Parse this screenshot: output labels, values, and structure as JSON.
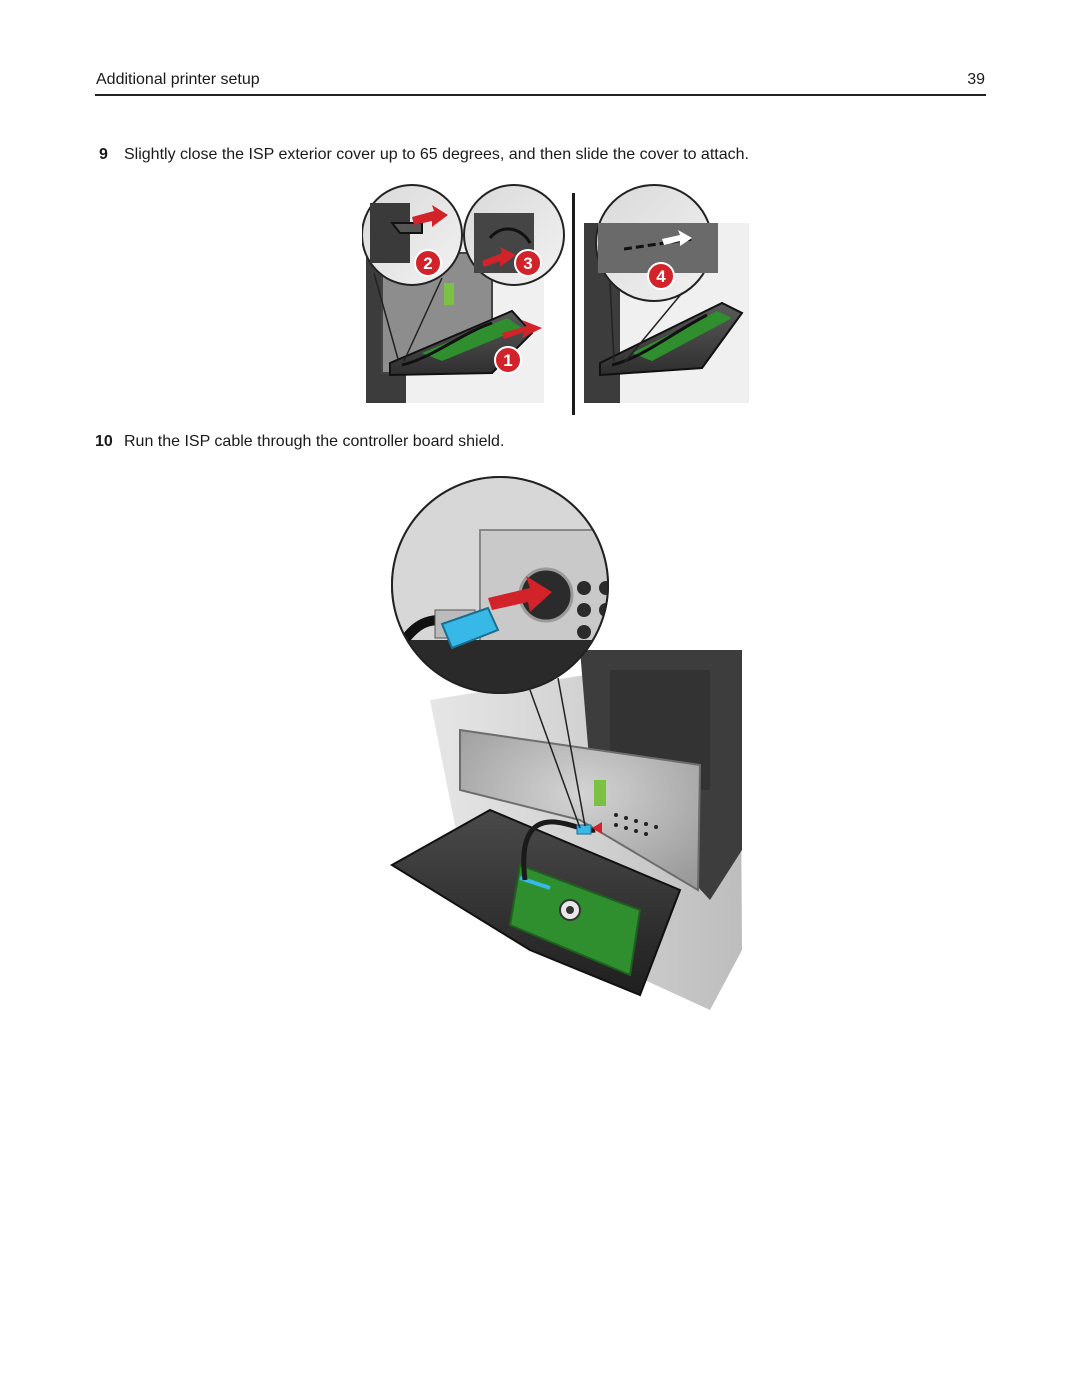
{
  "header": {
    "title": "Additional printer setup",
    "page_number": "39"
  },
  "steps": [
    {
      "number": "9",
      "text": "Slightly close the ISP exterior cover up to 65 degrees, and then slide the cover to attach."
    },
    {
      "number": "10",
      "text": "Run the ISP cable through the controller board shield."
    }
  ],
  "figure_step9": {
    "callouts": [
      "1",
      "2",
      "3",
      "4"
    ],
    "callout_color": "#d2232a"
  },
  "figure_step10": {
    "cable_connector_color": "#37b8e6",
    "board_color": "#2f8f2f",
    "arrow_color": "#d2232a"
  }
}
